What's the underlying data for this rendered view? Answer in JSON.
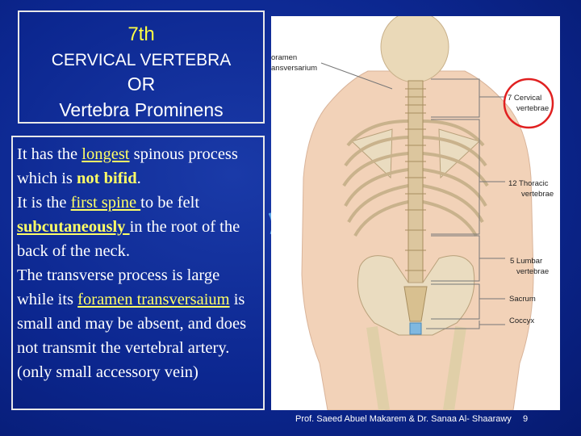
{
  "title": {
    "line1": "7th",
    "line2": "CERVICAL VERTEBRA",
    "line3": "OR",
    "line4": "Vertebra Prominens"
  },
  "body": {
    "s1": "It has the ",
    "s2": "longest",
    "s3": " spinous process which is ",
    "s4": "not bifid",
    "s5": ".",
    "s6": "It is the ",
    "s7": "first spine ",
    "s8": "to be felt ",
    "s9": "subcutaneously ",
    "s10": " in the root of the back of the  neck.",
    "s11": "The transverse process is large while its ",
    "s12": "foramen transversaium",
    "s13": " is small and may be absent, and does not transmit the vertebral artery.",
    "s14": "(only  small accessory vein)"
  },
  "figure": {
    "label_foramen_1": "oramen",
    "label_foramen_2": "ansversarium",
    "label_cervical_1": "7 Cervical",
    "label_cervical_2": "vertebrae",
    "label_thoracic_1": "12 Thoracic",
    "label_thoracic_2": "vertebrae",
    "label_lumbar_1": "5 Lumbar",
    "label_lumbar_2": "vertebrae",
    "label_sacrum": "Sacrum",
    "label_coccyx": "Coccyx"
  },
  "footer": {
    "credit": "Prof. Saeed Abuel Makarem & Dr. Sanaa Al- Shaarawy",
    "page": "9"
  },
  "colors": {
    "background": "#0c2790",
    "highlight": "#ffff66",
    "title_accent": "#ffff44",
    "circle": "#e02020"
  }
}
